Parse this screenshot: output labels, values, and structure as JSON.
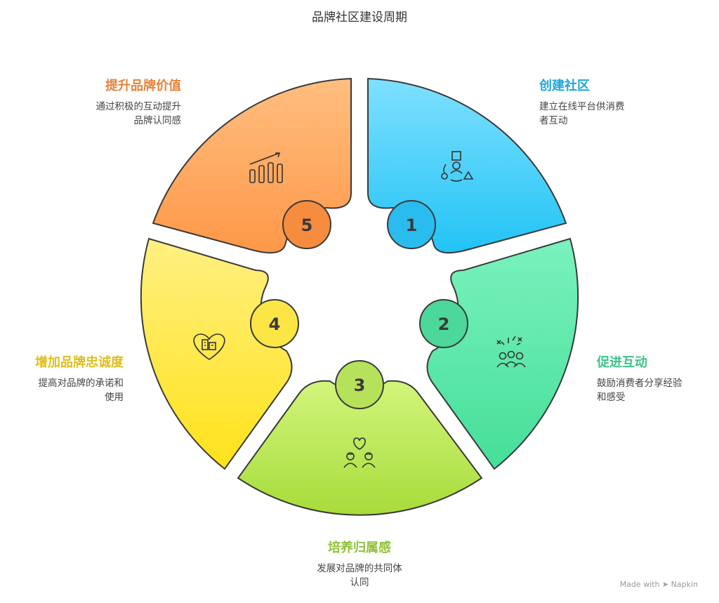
{
  "title": "品牌社区建设周期",
  "steps": [
    {
      "number": "1",
      "label": "创建社区",
      "desc": [
        "建立在线平台供消费",
        "者互动"
      ],
      "icon": "people-shapes-icon",
      "color": "#1da6d8"
    },
    {
      "number": "2",
      "label": "促进互动",
      "desc": [
        "鼓励消费者分享经验",
        "和感受"
      ],
      "icon": "celebrating-group-icon",
      "color": "#3cc48a"
    },
    {
      "number": "3",
      "label": "培养归属感",
      "desc": [
        "发展对品牌的共同体",
        "认同"
      ],
      "icon": "couple-heart-icon",
      "color": "#8fc23b"
    },
    {
      "number": "4",
      "label": "增加品牌忠诚度",
      "desc": [
        "提高对品牌的承诺和",
        "使用"
      ],
      "icon": "heart-building-icon",
      "color": "#e0be1a"
    },
    {
      "number": "5",
      "label": "提升品牌价值",
      "desc": [
        "通过积极的互动提升",
        "品牌认同感"
      ],
      "icon": "growth-chart-icon",
      "color": "#e8823a"
    }
  ],
  "watermark": "Made with ➤ Napkin"
}
